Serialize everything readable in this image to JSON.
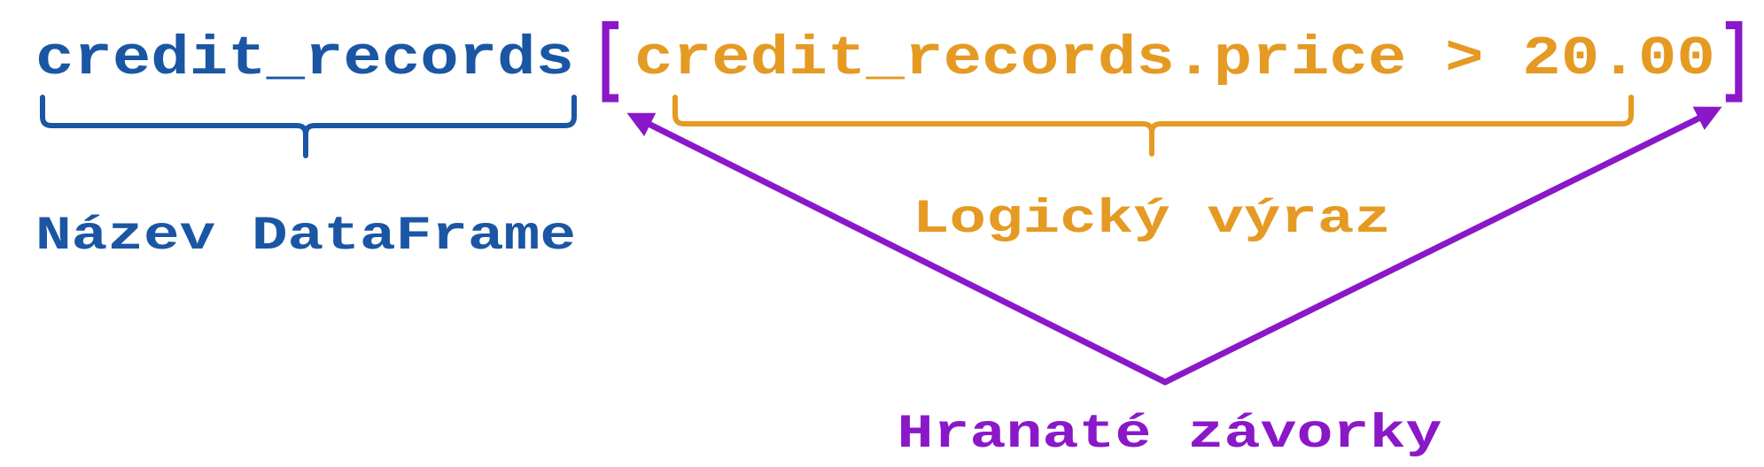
{
  "expression": {
    "dataframe_name": "credit_records",
    "open_bracket": "[",
    "logical_expression": "credit_records.price > 20.00",
    "close_bracket": "]"
  },
  "labels": {
    "dataframe": "Název DataFrame",
    "logical": "Logický výraz",
    "brackets": "Hranaté závorky"
  },
  "colors": {
    "dataframe": "#1a56a3",
    "logical": "#e59a23",
    "brackets": "#8a18c8",
    "background": "#ffffff"
  }
}
